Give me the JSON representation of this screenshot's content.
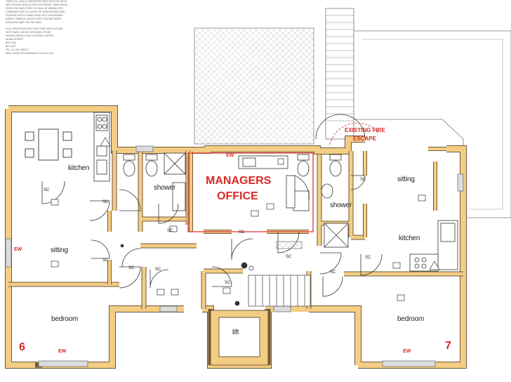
{
  "notes": {
    "lines_a": [
      "TREAT ALL WALLS INDICATED RED ON PLAN WITH",
      "SRS (SOUND REDUCTION SYSTEMS) COMPRISING",
      "RESILIENT BAR FIXED TO WALL AT 600MM CRS",
      "COMBINED WITH A LAYER OF 30MM BOARD AND",
      "FINISHED WITH 9.5MM THICK DRY LINE BOARD",
      "INSERT 25MM ACOUSTIC APR 1200 BETWEEN",
      "RESILIENT BAR ON THE WALL"
    ],
    "lines_b": [
      "FULL SPECIFICATION TOGETHER WITH SOUND",
      "TEST DATA CAN BE OBTAINED FROM",
      "SOUND REDUCTION SYSTEMS LIMITED",
      "ADAM STREET",
      "BOLTON",
      "BL3 2AP",
      "TEL: 01 204 380074",
      "WEB: WWW.SOUNDREDUCTION.CO.UK"
    ]
  },
  "labels": {
    "managers_office_line1": "MANAGERS",
    "managers_office_line2": "OFFICE",
    "fire_escape_line1": "EXISTING FIRE",
    "fire_escape_line2": "ESCAPE",
    "kitchen_left": "kitchen",
    "kitchen_right": "kitchen",
    "shower_left": "shower",
    "shower_right": "shower",
    "sitting_left": "sitting",
    "sitting_right": "sitting",
    "bedroom_left": "bedroom",
    "bedroom_right": "bedroom",
    "lift": "lift",
    "ew": "EW",
    "sc": "SC",
    "flat_left": "6",
    "flat_right": "7"
  },
  "colors": {
    "wall": "#f4cd85",
    "wall_outline": "#6e5a3a",
    "red_text": "#d62a26",
    "red_wall_line": "#e04040",
    "hatch": "#bdbdbd"
  }
}
